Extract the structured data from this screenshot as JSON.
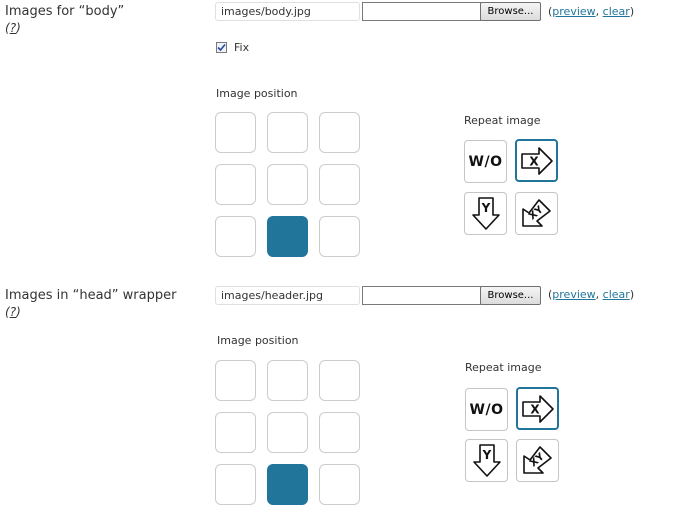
{
  "colors": {
    "accent": "#21759b",
    "cell_border": "#cccccc",
    "text": "#333333"
  },
  "sections": [
    {
      "label_prefix": "Images for “body”",
      "help": "?",
      "path_value": "images/body.jpg",
      "browse_label": "Browse...",
      "links": {
        "open": "(",
        "preview": "preview",
        "sep": ", ",
        "clear": "clear",
        "close": ")"
      },
      "fix_label": "Fix",
      "fix_checked": true,
      "position_heading": "Image position",
      "selected_position": "bottom-center",
      "repeat_heading": "Repeat image",
      "repeat_options": [
        {
          "id": "none",
          "text": "W/O",
          "icon": "no-repeat-icon"
        },
        {
          "id": "x",
          "text": "X",
          "icon": "repeat-x-icon"
        },
        {
          "id": "y",
          "text": "Y",
          "icon": "repeat-y-icon"
        },
        {
          "id": "xy",
          "text": "XY",
          "icon": "repeat-xy-icon"
        }
      ],
      "selected_repeat": "x"
    },
    {
      "label_prefix": "Images in “head” wrapper",
      "help": "?",
      "path_value": "images/header.jpg",
      "browse_label": "Browse...",
      "links": {
        "open": "(",
        "preview": "preview",
        "sep": ", ",
        "clear": "clear",
        "close": ")"
      },
      "position_heading": "Image position",
      "selected_position": "bottom-center",
      "repeat_heading": "Repeat image",
      "repeat_options": [
        {
          "id": "none",
          "text": "W/O",
          "icon": "no-repeat-icon"
        },
        {
          "id": "x",
          "text": "X",
          "icon": "repeat-x-icon"
        },
        {
          "id": "y",
          "text": "Y",
          "icon": "repeat-y-icon"
        },
        {
          "id": "xy",
          "text": "XY",
          "icon": "repeat-xy-icon"
        }
      ],
      "selected_repeat": "x"
    }
  ]
}
